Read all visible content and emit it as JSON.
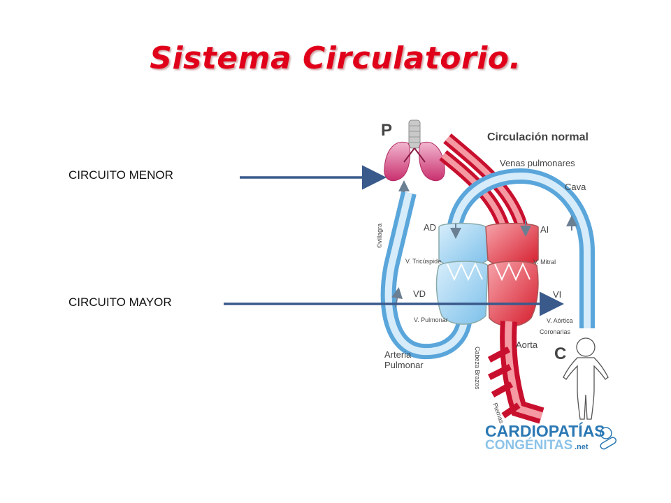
{
  "title": "Sistema Circulatorio.",
  "labels": {
    "circuito_menor": "CIRCUITO MENOR",
    "circuito_mayor": "CIRCUITO MAYOR"
  },
  "diagram": {
    "heading": "Circulación normal",
    "letter_p": "P",
    "letter_c": "C",
    "venas_pulmonares": "Venas pulmonares",
    "cava": "Cava",
    "ad": "AD",
    "ai": "AI",
    "v_tricuspide": "V. Tricúspide",
    "v_mitral": "V. Mitral",
    "vd": "VD",
    "vi": "VI",
    "v_pulmonar": "V. Pulmonar",
    "v_aortica": "V. Aórtica",
    "coronarias": "Coronarias",
    "aorta": "Aorta",
    "arteria_line1": "Arteria",
    "arteria_line2": "Pulmonar",
    "cabeza_brazos": "Cabeza Brazos",
    "piernas": "Piernas",
    "signature": "©villagra"
  },
  "logo": {
    "line1": "CARDIOPATÍAS",
    "line2": "CONGÉNITAS",
    "suffix": ".net"
  },
  "colors": {
    "title": "#e0001a",
    "arrow": "#3a5a8c",
    "blue_blood": "#a9d6f2",
    "red_blood": "#e2323f",
    "logo_blue": "#2a78b4"
  }
}
